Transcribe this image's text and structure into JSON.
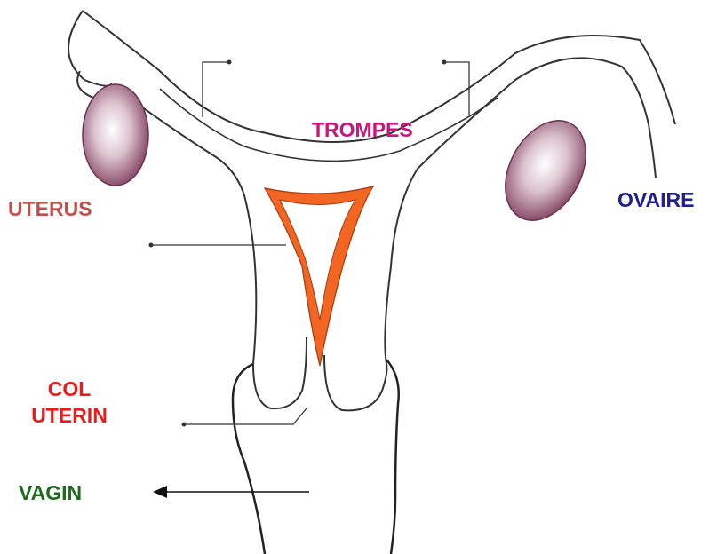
{
  "labels": {
    "trompes": "TROMPES",
    "uterus": "UTERUS",
    "ovaire": "OVAIRE",
    "col_line1": "COL",
    "col_line2": "UTERIN",
    "vagin": "VAGIN"
  },
  "colors": {
    "trompes": "#c8167a",
    "uterus": "#c0504d",
    "ovaire": "#1f1f8f",
    "col_uterin": "#e81c1c",
    "vagin": "#1e6b1e",
    "cavity": "#f26522",
    "ovary": "#9c5a77",
    "outline": "#333333"
  }
}
